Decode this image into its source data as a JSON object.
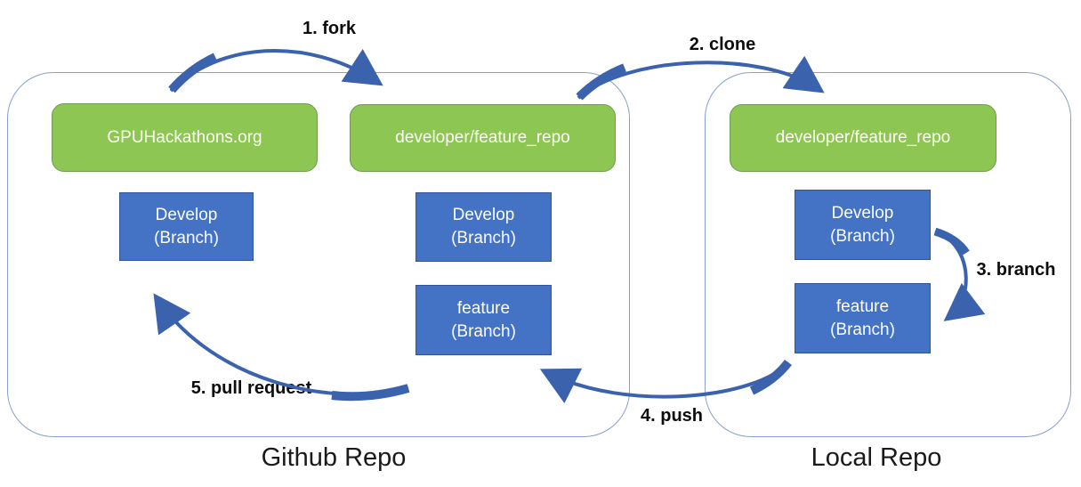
{
  "diagram": {
    "steps": {
      "fork": "1. fork",
      "clone": "2. clone",
      "branch": "3. branch",
      "push": "4. push",
      "pull_request": "5. pull request"
    },
    "github_repo": {
      "caption": "Github Repo",
      "origin_repo_label": "GPUHackathons.org",
      "fork_repo_label": "developer/feature_repo",
      "origin_develop_branch": "Develop\n(Branch)",
      "fork_develop_branch": "Develop\n(Branch)",
      "fork_feature_branch": "feature\n(Branch)"
    },
    "local_repo": {
      "caption": "Local Repo",
      "repo_label": "developer/feature_repo",
      "develop_branch": "Develop\n(Branch)",
      "feature_branch": "feature\n(Branch)"
    },
    "colors": {
      "repo_node_green": "#8dc653",
      "repo_node_border": "#6f9c50",
      "branch_node_blue": "#4472c4",
      "branch_node_border": "#2f5597",
      "arrow_blue": "#3a62ad",
      "container_border": "#8aa0cc",
      "label_text": "#0d0d0d",
      "node_text": "#ffffff"
    }
  }
}
